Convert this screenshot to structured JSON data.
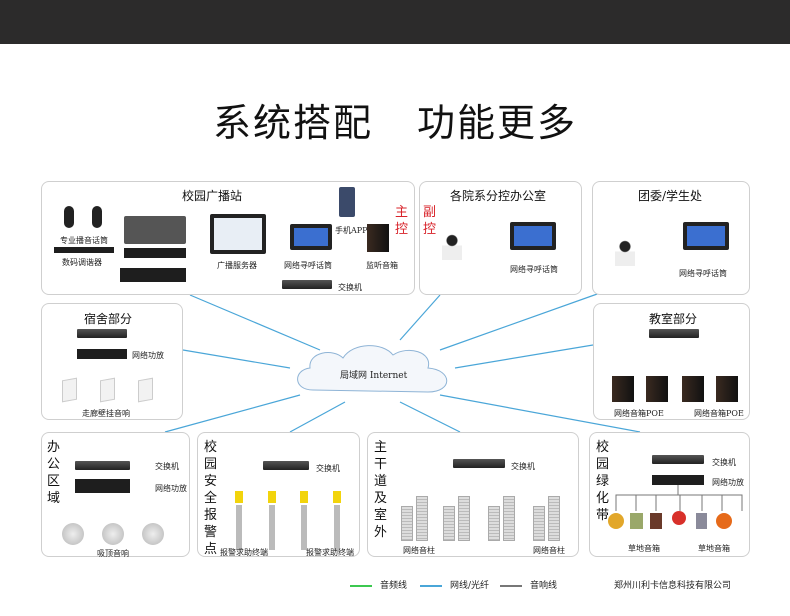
{
  "title": {
    "left": "系统搭配",
    "right": "功能更多"
  },
  "cloud": {
    "label": "局域网 Internet"
  },
  "station": {
    "title": "校园广播站",
    "mic": "专业播音话筒",
    "tuner": "数码调谐器",
    "server": "广播服务器",
    "paging": "网络寻呼话筒",
    "app": "手机APP",
    "monitor": "监听音箱",
    "switch": "交换机",
    "main_ctrl": "主控"
  },
  "dept": {
    "title": "各院系分控办公室",
    "sub_ctrl": "副控",
    "paging": "网络寻呼话筒"
  },
  "league": {
    "title": "团委/学生处",
    "paging": "网络寻呼话筒"
  },
  "dorm": {
    "title": "宿舍部分",
    "amp": "网络功放",
    "speaker": "走廊壁挂音响"
  },
  "classroom": {
    "title": "教室部分",
    "speaker_left": "网络音箱POE",
    "speaker_right": "网络音箱POE"
  },
  "office": {
    "title": "办公区域",
    "switch": "交换机",
    "amp": "网络功放",
    "speaker": "吸顶音响"
  },
  "security": {
    "title": "校园安全报警点",
    "switch": "交换机",
    "terminal_left": "报警求助终端",
    "terminal_right": "报警求助终端"
  },
  "road": {
    "title": "主干道及室外",
    "switch": "交换机",
    "column_left": "网络音柱",
    "column_right": "网络音柱"
  },
  "green": {
    "title": "校园绿化带",
    "switch": "交换机",
    "amp": "网络功放",
    "lawn_left": "草地音箱",
    "lawn_right": "草地音箱"
  },
  "legend": {
    "audio": "音频线",
    "network": "网线/光纤",
    "speaker": "音响线",
    "company": "郑州川利卡信息科技有限公司"
  },
  "colors": {
    "audio": "#3cc850",
    "network": "#4aa6d8",
    "speaker": "#777777",
    "accent": "#d8232a"
  }
}
